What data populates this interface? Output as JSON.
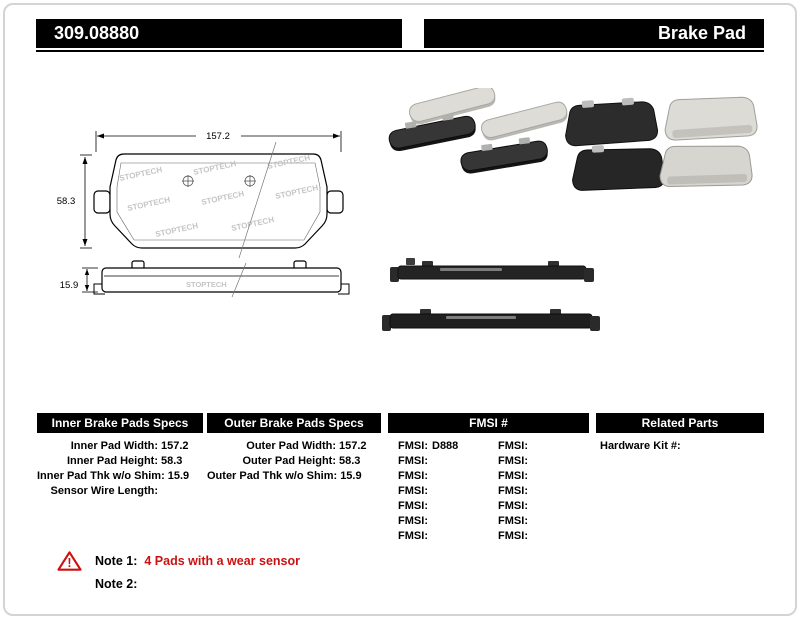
{
  "header": {
    "part_number": "309.08880",
    "product_name": "Brake Pad"
  },
  "drawing": {
    "width_dim": "157.2",
    "height_dim": "58.3",
    "thickness_dim": "15.9",
    "watermark": "STOPTECH"
  },
  "specs": {
    "inner": {
      "title": "Inner Brake Pads Specs",
      "rows": [
        {
          "label": "Inner Pad Width:",
          "value": "157.2"
        },
        {
          "label": "Inner Pad Height:",
          "value": "58.3"
        },
        {
          "label": "Inner Pad Thk w/o Shim:",
          "value": "15.9"
        },
        {
          "label": "Sensor Wire Length:",
          "value": ""
        }
      ]
    },
    "outer": {
      "title": "Outer Brake Pads Specs",
      "rows": [
        {
          "label": "Outer Pad Width:",
          "value": "157.2"
        },
        {
          "label": "Outer Pad Height:",
          "value": "58.3"
        },
        {
          "label": "Outer Pad Thk w/o Shim:",
          "value": "15.9"
        }
      ]
    },
    "fmsi": {
      "title": "FMSI #",
      "left": [
        {
          "label": "FMSI:",
          "value": "D888"
        },
        {
          "label": "FMSI:",
          "value": ""
        },
        {
          "label": "FMSI:",
          "value": ""
        },
        {
          "label": "FMSI:",
          "value": ""
        },
        {
          "label": "FMSI:",
          "value": ""
        },
        {
          "label": "FMSI:",
          "value": ""
        },
        {
          "label": "FMSI:",
          "value": ""
        }
      ],
      "right": [
        {
          "label": "FMSI:",
          "value": ""
        },
        {
          "label": "FMSI:",
          "value": ""
        },
        {
          "label": "FMSI:",
          "value": ""
        },
        {
          "label": "FMSI:",
          "value": ""
        },
        {
          "label": "FMSI:",
          "value": ""
        },
        {
          "label": "FMSI:",
          "value": ""
        },
        {
          "label": "FMSI:",
          "value": ""
        }
      ]
    },
    "related": {
      "title": "Related Parts",
      "rows": [
        {
          "label": "Hardware Kit #:",
          "value": ""
        }
      ]
    }
  },
  "notes": {
    "warning_glyph": "!",
    "note1_label": "Note 1:",
    "note1_text": "4 Pads with a wear sensor",
    "note2_label": "Note 2:",
    "note2_text": ""
  },
  "colors": {
    "accent_red": "#cc1111",
    "bar_bg": "#000000",
    "page_border": "#d4d4d4"
  }
}
